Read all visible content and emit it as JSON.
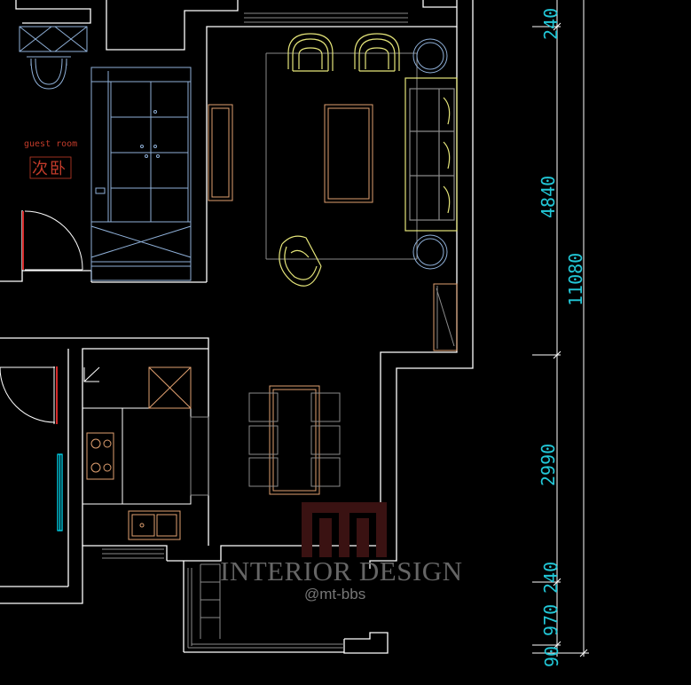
{
  "room_labels": {
    "guest_room_en": "guest room",
    "guest_room_cn": "次卧"
  },
  "dimensions": {
    "d_top": "240",
    "d_living": "4840",
    "d_total": "11080",
    "d_dining": "2990",
    "d_240b": "240",
    "d_970": "970",
    "d_90": "90"
  },
  "watermark": {
    "title": "INTERIOR DESIGN",
    "handle": "@mt-bbs"
  },
  "colors": {
    "walls": "#ffffff",
    "furniture": "#e0a070",
    "chairs": "#e6e67a",
    "cabinets": "#8fb0d8",
    "dimension_text": "#22c8d8",
    "door_red": "#d42a2a",
    "cyan_window": "#00e5ff",
    "grey_lines": "#8a8a8a"
  }
}
